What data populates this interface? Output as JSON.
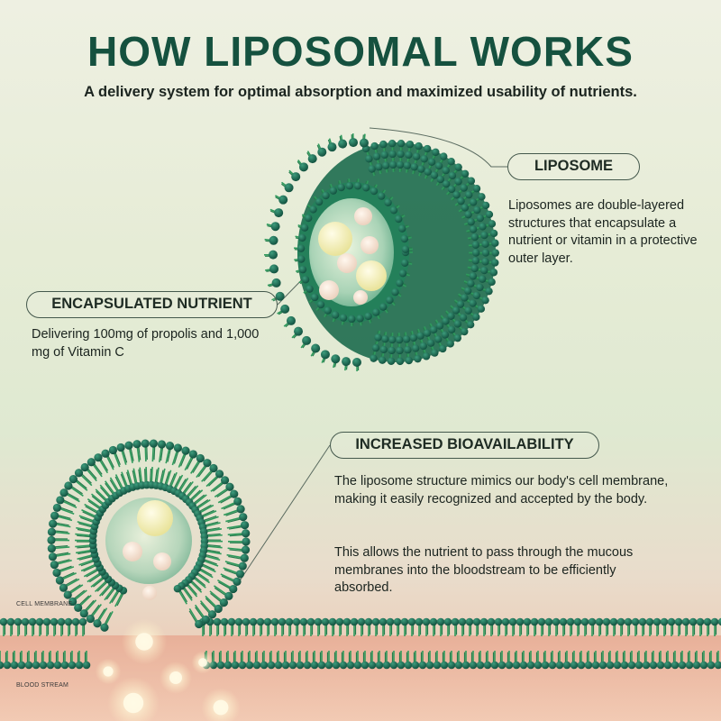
{
  "header": {
    "title": "HOW LIPOSOMAL WORKS",
    "subtitle": "A delivery system for optimal absorption and maximized usability of nutrients."
  },
  "liposome": {
    "label": "LIPOSOME",
    "description": "Liposomes are double-layered structures that encapsulate a nutrient or vitamin in a protective outer layer."
  },
  "encapsulated": {
    "label": "ENCAPSULATED NUTRIENT",
    "description": "Delivering 100mg of propolis and 1,000 mg of Vitamin C"
  },
  "bioavailability": {
    "label": "INCREASED BIOAVAILABILITY",
    "description_1": "The liposome structure mimics our body's cell membrane, making it easily recognized and accepted by the body.",
    "description_2": "This allows the nutrient to pass through the mucous membranes into the bloodstream to be efficiently absorbed."
  },
  "diagram_labels": {
    "cell_membrane": "CELL MEMBRANE",
    "blood_stream": "BLOOD STREAM"
  },
  "colors": {
    "title_green": "#15513f",
    "lipid_head": "#1f6e55",
    "lipid_tail": "#2f9a5c",
    "nutrient": "#f2efb0",
    "blood": "#eec1a9"
  }
}
